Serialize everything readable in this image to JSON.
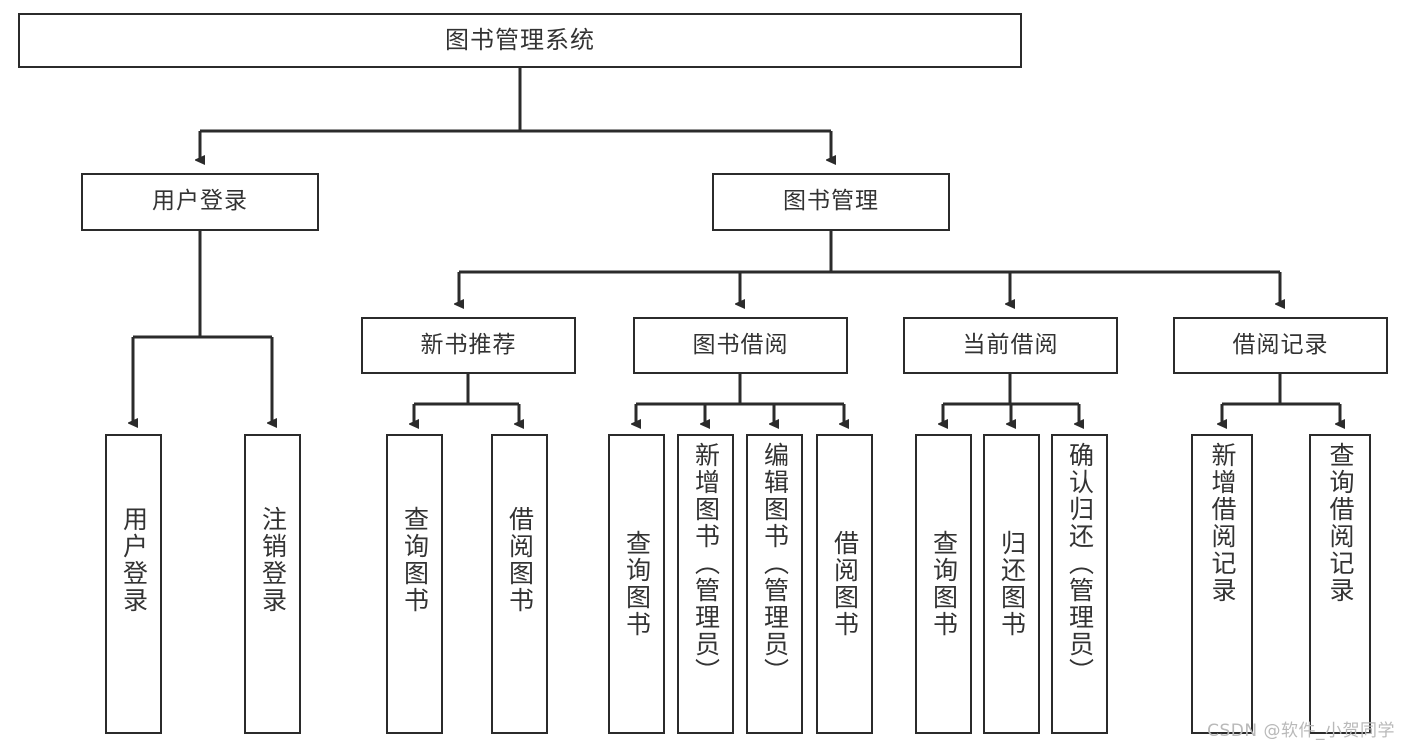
{
  "diagram": {
    "title": "图书管理系统",
    "watermark": "CSDN @软件_小贺同学",
    "stroke_color": "#2b2b2b",
    "text_color": "#333333",
    "background_color": "#ffffff",
    "level1": {
      "label": "图书管理系统"
    },
    "level2": [
      {
        "label": "用户登录"
      },
      {
        "label": "图书管理"
      }
    ],
    "level3": [
      {
        "label": "新书推荐"
      },
      {
        "label": "图书借阅"
      },
      {
        "label": "当前借阅"
      },
      {
        "label": "借阅记录"
      }
    ],
    "leaves": {
      "user_login": [
        {
          "label": "用户登录"
        },
        {
          "label": "注销登录"
        }
      ],
      "new_book_recommend": [
        {
          "label": "查询图书"
        },
        {
          "label": "借阅图书"
        }
      ],
      "book_borrow": [
        {
          "label": "查询图书"
        },
        {
          "label": "新增图书（管理员）"
        },
        {
          "label": "编辑图书（管理员）"
        },
        {
          "label": "借阅图书"
        }
      ],
      "current_borrow": [
        {
          "label": "查询图书"
        },
        {
          "label": "归还图书"
        },
        {
          "label": "确认归还（管理员）"
        }
      ],
      "borrow_records": [
        {
          "label": "新增借阅记录"
        },
        {
          "label": "查询借阅记录"
        }
      ]
    }
  }
}
